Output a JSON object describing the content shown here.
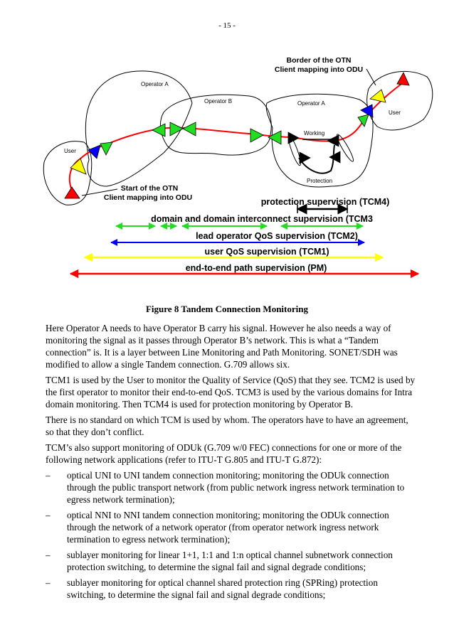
{
  "page_number": "- 15 -",
  "diagram": {
    "labels": {
      "border_line1": "Border of the OTN",
      "border_line2": "Client mapping into ODU",
      "start_line1": "Start of the OTN",
      "start_line2": "Client mapping into ODU",
      "operator_a_left": "Operator A",
      "operator_b": "Operator B",
      "operator_a_right": "Operator A",
      "user_left": "User",
      "user_right": "User",
      "working": "Working",
      "protection": "Protection"
    },
    "supervision_levels": [
      {
        "label": "protection supervision (TCM4)",
        "color": "#000000"
      },
      {
        "label": "domain and domain interconnect supervision (TCM3",
        "color": "#22dd22"
      },
      {
        "label": "lead operator QoS supervision (TCM2)",
        "color": "#0000ff"
      },
      {
        "label": "user QoS supervision (TCM1)",
        "color": "#ffff00"
      },
      {
        "label": "end-to-end path supervision (PM)",
        "color": "#ff0000"
      }
    ]
  },
  "caption": "Figure 8 Tandem Connection Monitoring",
  "paragraphs": [
    "Here Operator A needs to have Operator B carry his signal. However he also needs a way of monitoring the signal as it passes through Operator B’s network. This is what a “Tandem connection” is. It is a layer between Line Monitoring and Path Monitoring. SONET/SDH was modified to allow a single Tandem connection. G.709 allows six.",
    "TCM1 is used by the User to monitor the Quality of Service (QoS) that they see. TCM2 is used by the first operator to monitor their end-to-end QoS. TCM3 is used by the various domains for Intra domain monitoring. Then TCM4 is used for protection monitoring by Operator B.",
    "There is no standard on which TCM is used by whom. The operators have to have an agreement, so that they don’t conflict.",
    "TCM’s also support monitoring of ODUk (G.709 w/0 FEC) connections for one or more of the following network applications (refer to ITU-T G.805 and ITU-T G.872):"
  ],
  "bullets": [
    {
      "dash": "–",
      "text": "optical UNI to UNI tandem connection monitoring; monitoring the ODUk connection through the public transport network (from public network ingress network termination to egress network termination);"
    },
    {
      "dash": "–",
      "text": "optical NNI to NNI tandem connection monitoring; monitoring the ODUk connection through the network of a network operator (from operator network ingress network termination to egress network termination);"
    },
    {
      "dash": "–",
      "text": "sublayer monitoring for linear 1+1, 1:1 and 1:n optical channel subnetwork connection protection switching, to determine the signal fail and signal degrade conditions;"
    },
    {
      "dash": "–",
      "text": "sublayer monitoring for optical channel shared protection ring (SPRing) protection switching, to determine the signal fail and signal degrade conditions;"
    }
  ]
}
